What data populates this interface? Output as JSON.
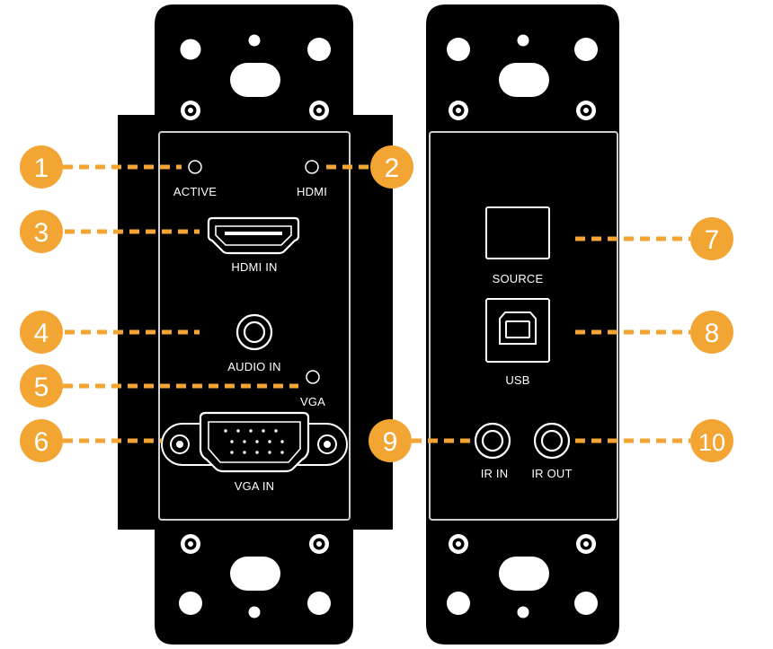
{
  "colors": {
    "plate": "#000000",
    "panel_border": "#cfcfcf",
    "callout": "#f2a533",
    "port_stroke": "#ffffff"
  },
  "left_panel": {
    "active_label": "ACTIVE",
    "hdmi_led_label": "HDMI",
    "hdmi_in_label": "HDMI IN",
    "audio_in_label": "AUDIO IN",
    "vga_led_label": "VGA",
    "vga_in_label": "VGA IN"
  },
  "right_panel": {
    "source_label": "SOURCE",
    "usb_label": "USB",
    "ir_in_label": "IR IN",
    "ir_out_label": "IR OUT"
  },
  "callouts": [
    "1",
    "2",
    "3",
    "4",
    "5",
    "6",
    "7",
    "8",
    "9",
    "10"
  ]
}
